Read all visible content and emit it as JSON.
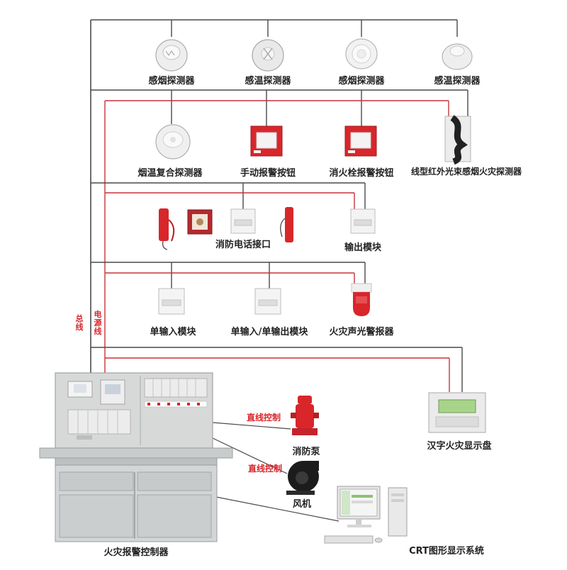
{
  "colors": {
    "bus_dark": "#4a4a4a",
    "bus_red": "#c8323a",
    "device_red": "#d8262b",
    "panel_grey": "#d7d9d9",
    "label_red": "#d8262b",
    "screen_green": "#a8d48a"
  },
  "detectors_row1": [
    {
      "label": "感烟探测器",
      "icon": "smoke-detector-icon"
    },
    {
      "label": "感温探测器",
      "icon": "heat-detector-icon"
    },
    {
      "label": "感烟探测器",
      "icon": "smoke-detector-icon"
    },
    {
      "label": "感温探测器",
      "icon": "heat-detector-icon"
    }
  ],
  "detectors_row2": [
    {
      "label": "烟温复合探测器",
      "icon": "composite-detector-icon"
    },
    {
      "label": "手动报警按钮",
      "icon": "manual-call-point-icon"
    },
    {
      "label": "消火栓报警按钮",
      "icon": "hydrant-alarm-button-icon"
    },
    {
      "label": "线型红外光束感烟火灾探测器",
      "icon": "beam-smoke-detector-icon"
    }
  ],
  "row3": {
    "phone_label": "消防电话接口",
    "output_label": "输出模块"
  },
  "row4": [
    {
      "label": "单输入模块",
      "icon": "input-module-icon"
    },
    {
      "label": "单输入/单输出模块",
      "icon": "io-module-icon"
    },
    {
      "label": "火灾声光警报器",
      "icon": "sounder-strobe-icon"
    }
  ],
  "bus_labels": {
    "left": "总线",
    "right": "电源线"
  },
  "direct_control": {
    "pump_ctrl": "直线控制",
    "fan_ctrl": "直线控制"
  },
  "equipment": {
    "pump_label": "消防泵",
    "fan_label": "风机",
    "display_label": "汉字火灾显示盘",
    "crt_label": "CRT图形显示系统",
    "controller_label": "火灾报警控制器"
  }
}
